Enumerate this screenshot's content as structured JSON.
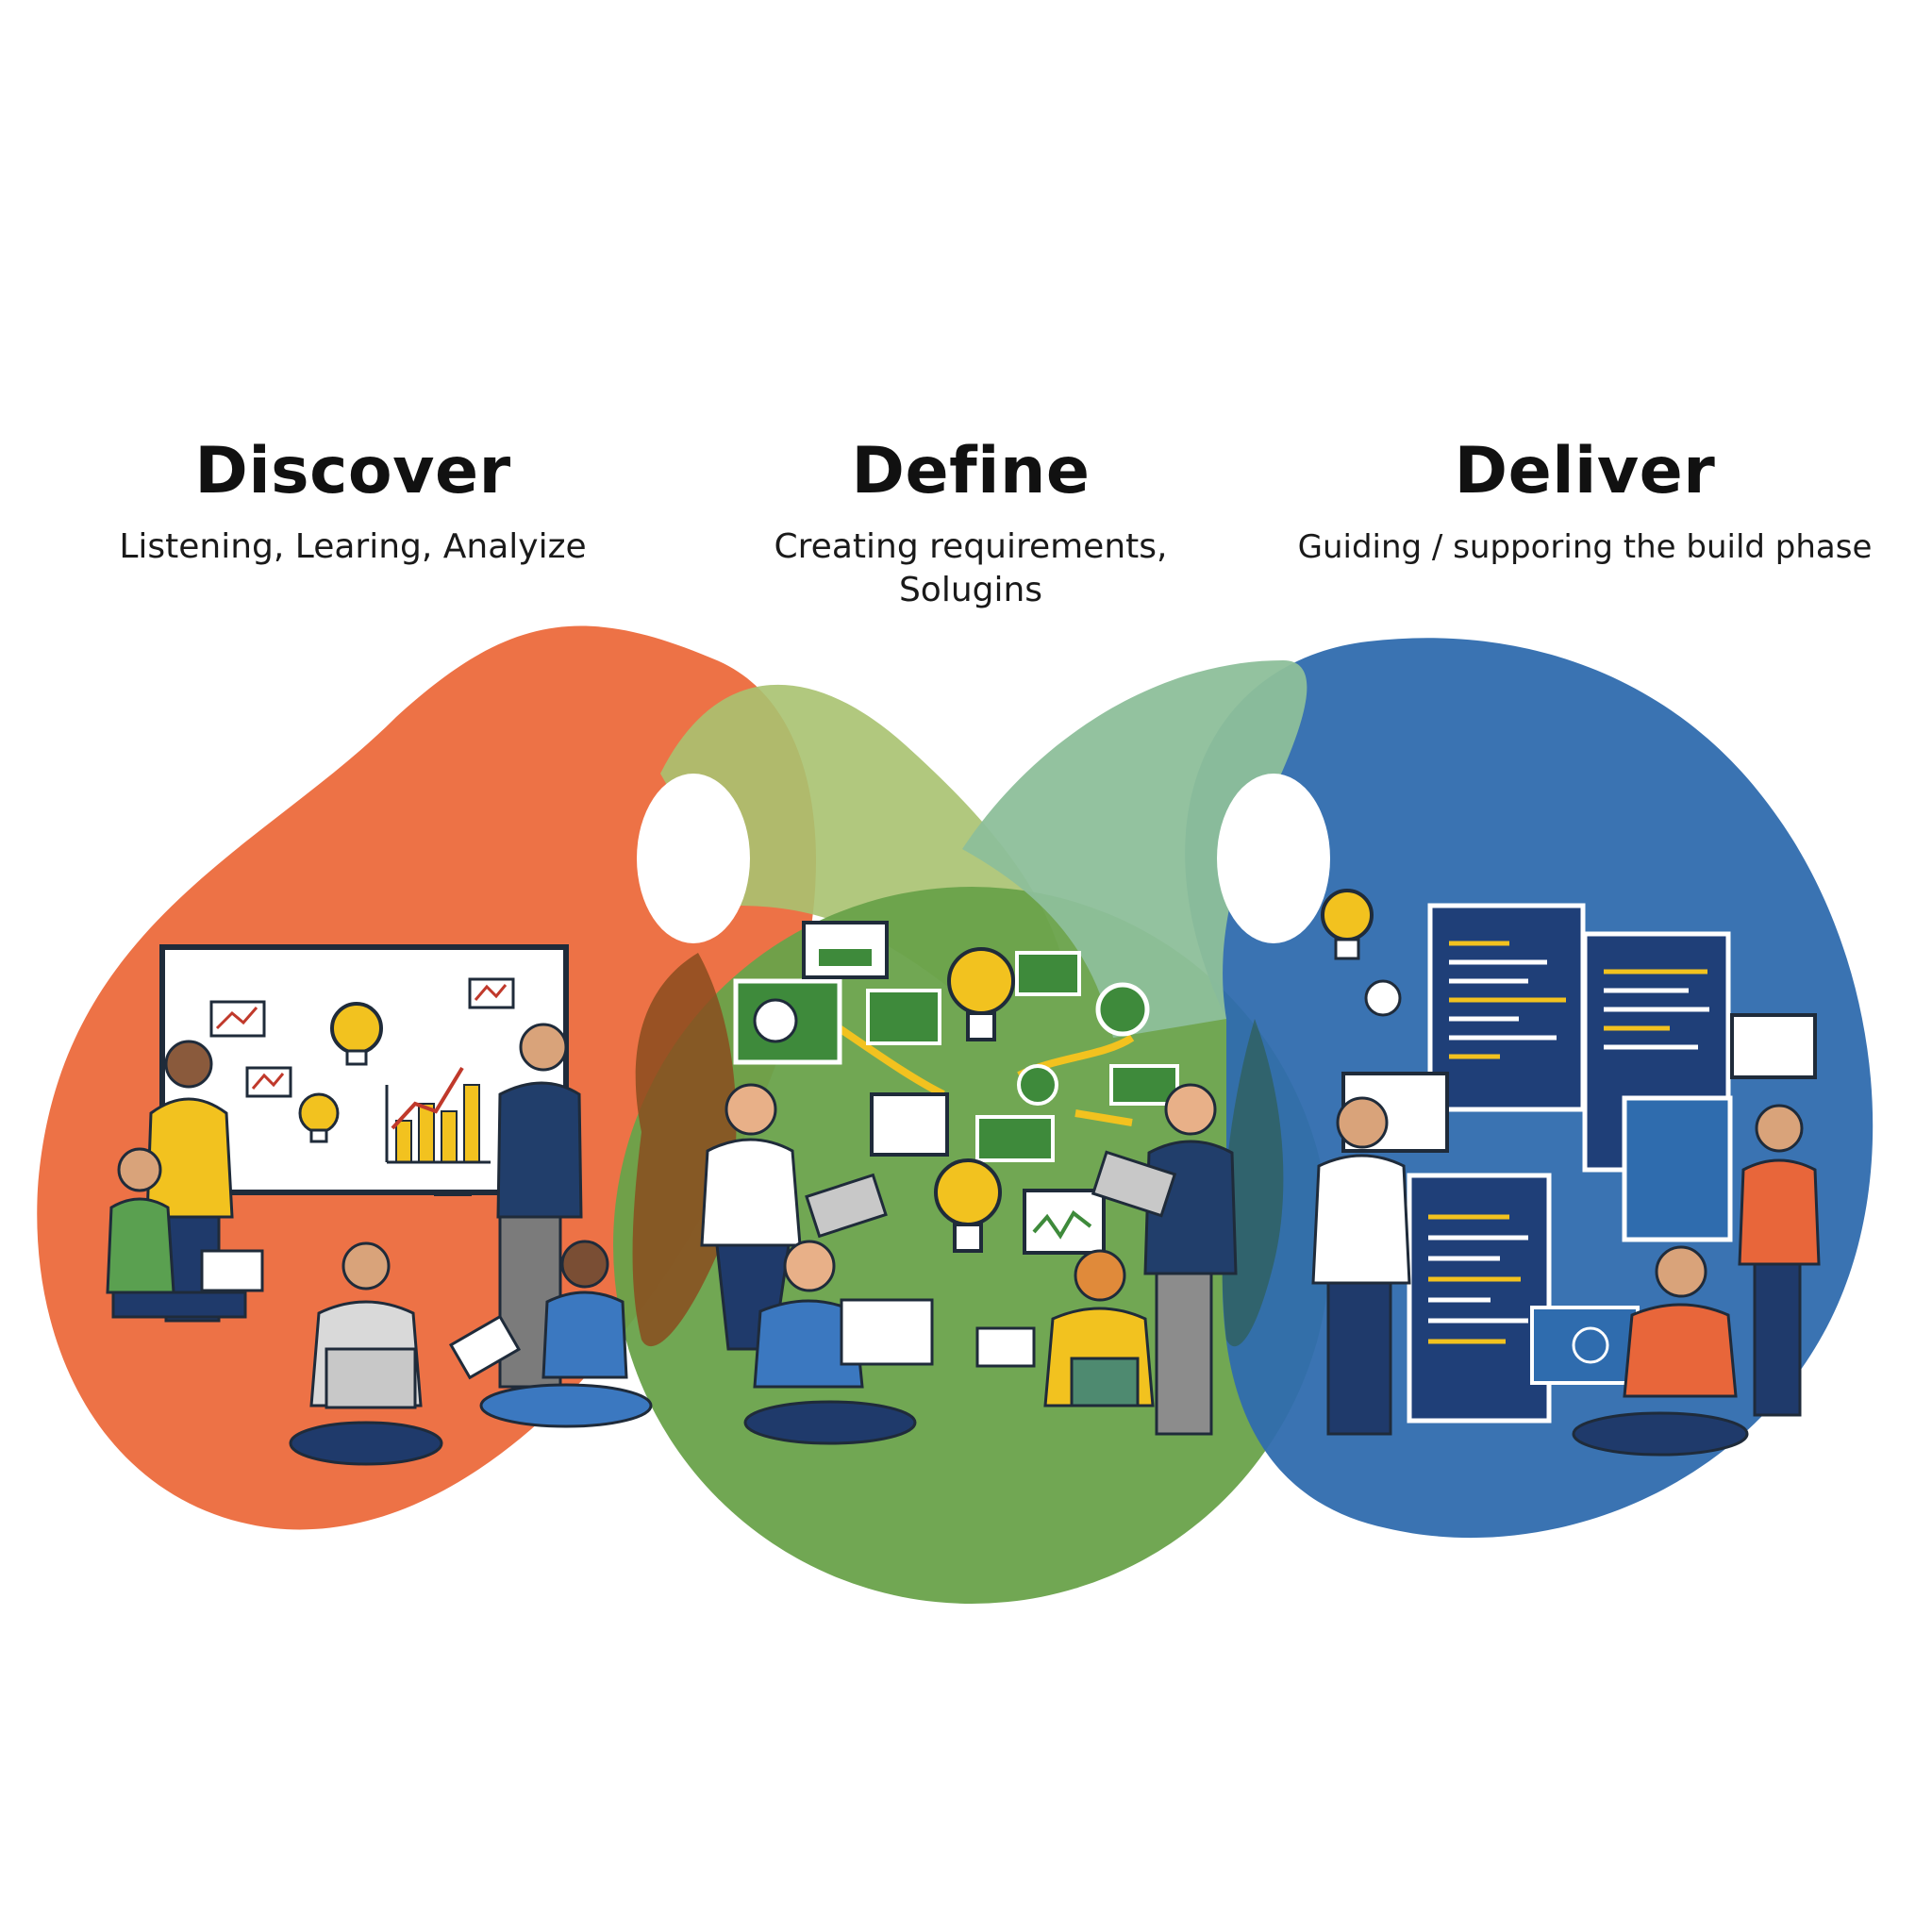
{
  "phases": [
    {
      "title": "Discover",
      "subtitle": "Listening, Learing, Analyize",
      "color": "#ec6a3c",
      "icon": "team-whiteboard-icon"
    },
    {
      "title": "Define",
      "subtitle": "Creating requirements,\nSolugins",
      "color": "#69a24a",
      "icon": "ideas-network-icon"
    },
    {
      "title": "Deliver",
      "subtitle": "Guiding / supporing the build phase",
      "color": "#2f6cae",
      "icon": "code-screens-icon"
    }
  ],
  "colors": {
    "overlap_discover_define": "#8a4c1e",
    "overlap_define_deliver": "#8dbf9a",
    "bulb": "#f2c21f"
  }
}
